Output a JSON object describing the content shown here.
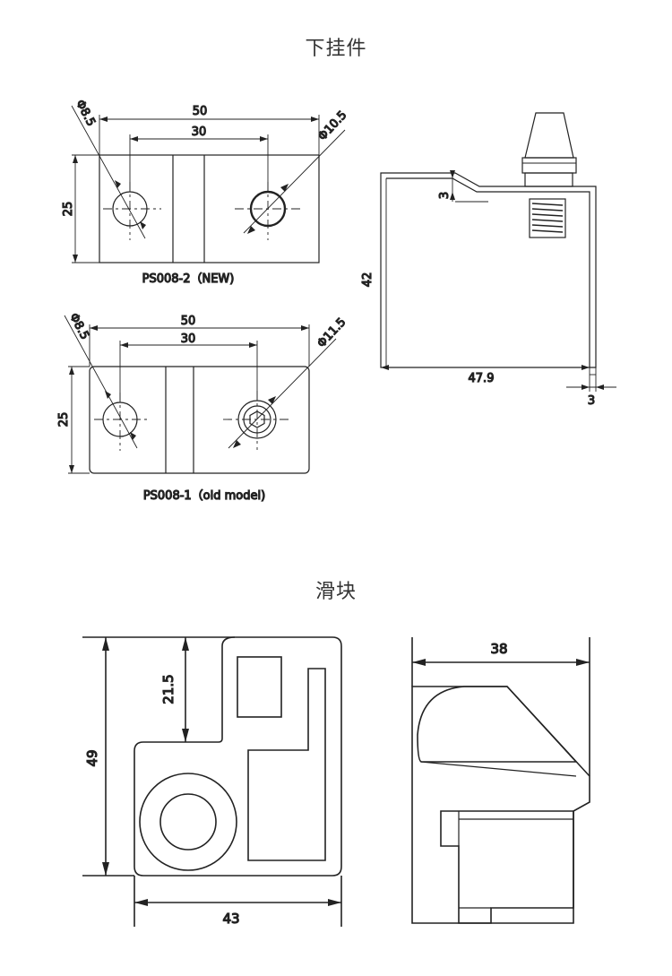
{
  "sections": {
    "top_title": "下挂件",
    "bottom_title": "滑块"
  },
  "hinge_new": {
    "width_dim": "50",
    "hole_spacing_dim": "30",
    "height_dim": "25",
    "left_hole_dia": "Φ8.5",
    "right_hole_dia": "Φ10.5",
    "caption": "PS008-2（NEW)"
  },
  "hinge_old": {
    "width_dim": "50",
    "hole_spacing_dim": "30",
    "height_dim": "25",
    "left_hole_dia": "Φ8.5",
    "right_hole_dia": "Φ11.5",
    "caption": "PS008-1（old model)"
  },
  "hinge_side": {
    "offset_dim": "3",
    "height_dim": "42",
    "depth_dim": "47.9",
    "thickness_dim": "3"
  },
  "slider_front": {
    "top_dim": "21.5",
    "height_dim": "49",
    "width_dim": "43"
  },
  "slider_side": {
    "width_dim": "38"
  }
}
